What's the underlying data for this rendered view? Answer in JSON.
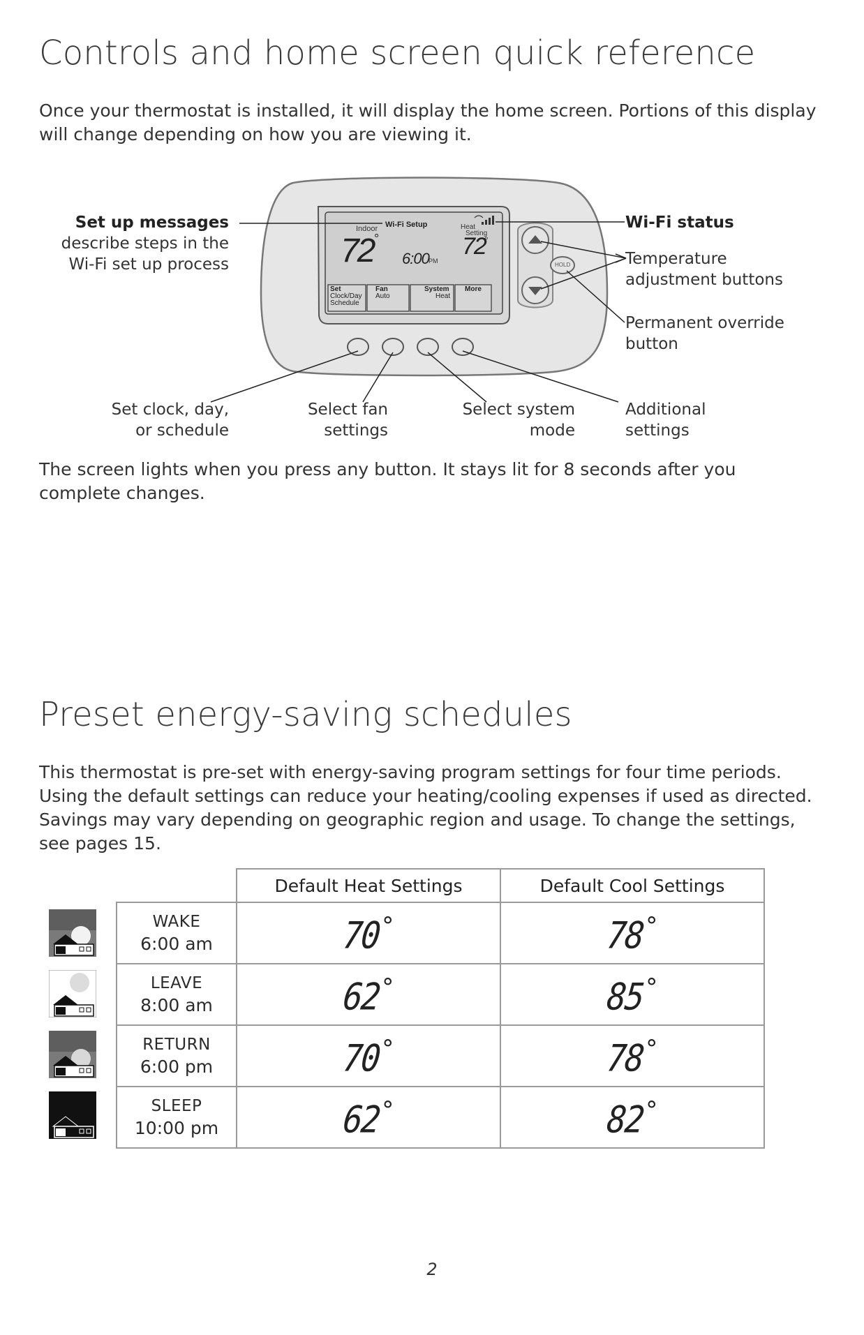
{
  "section1": {
    "title": "Controls and home screen quick reference",
    "intro": "Once your thermostat is installed, it will display the home screen. Portions of this display will change depending on how you are viewing it.",
    "callouts": {
      "setup_messages_title": "Set up messages",
      "setup_messages_desc_1": "describe steps in the",
      "setup_messages_desc_2": "Wi-Fi set up process",
      "wifi_status": "Wi-Fi status",
      "temp_buttons_1": "Temperature",
      "temp_buttons_2": "adjustment buttons",
      "override_1": "Permanent override",
      "override_2": "button",
      "clock_1": "Set clock, day,",
      "clock_2": "or schedule",
      "fan_1": "Select fan",
      "fan_2": "settings",
      "system_1": "Select system",
      "system_2": "mode",
      "additional_1": "Additional",
      "additional_2": "settings"
    },
    "display": {
      "indoor_label": "Indoor",
      "indoor_temp": "72",
      "wifi_setup": "Wi-Fi Setup",
      "heat_label": "Heat",
      "setting_label": "Setting",
      "set_temp": "72",
      "time": "6:00",
      "ampm": "PM",
      "hold_label": "HOLD",
      "soft_keys": [
        {
          "top": "Set",
          "line2": "Clock/Day",
          "line3": "Schedule"
        },
        {
          "top": "Fan",
          "line2": "Auto",
          "line3": ""
        },
        {
          "top": "System",
          "line2": "Heat",
          "line3": ""
        },
        {
          "top": "More",
          "line2": "",
          "line3": ""
        }
      ]
    },
    "footnote": "The screen lights when you press any button. It stays lit for 8 seconds after you complete changes."
  },
  "section2": {
    "title": "Preset energy-saving schedules",
    "intro": "This thermostat is pre-set with energy-saving program settings for four time periods. Using the default settings can reduce your heating/cooling expenses if used as directed. Savings may vary depending on geographic region and usage. To change the settings, see pages 15.",
    "table": {
      "headers": [
        "Default Heat Settings",
        "Default Cool Settings"
      ],
      "rows": [
        {
          "period": "WAKE",
          "time": "6:00 am",
          "heat": "70",
          "cool": "78",
          "icon": "sunrise-house-icon"
        },
        {
          "period": "LEAVE",
          "time": "8:00 am",
          "heat": "62",
          "cool": "85",
          "icon": "day-house-icon"
        },
        {
          "period": "RETURN",
          "time": "6:00 pm",
          "heat": "70",
          "cool": "78",
          "icon": "sunset-house-icon"
        },
        {
          "period": "SLEEP",
          "time": "10:00 pm",
          "heat": "62",
          "cool": "82",
          "icon": "night-house-icon"
        }
      ],
      "degree": "°"
    }
  },
  "page_number": "2"
}
